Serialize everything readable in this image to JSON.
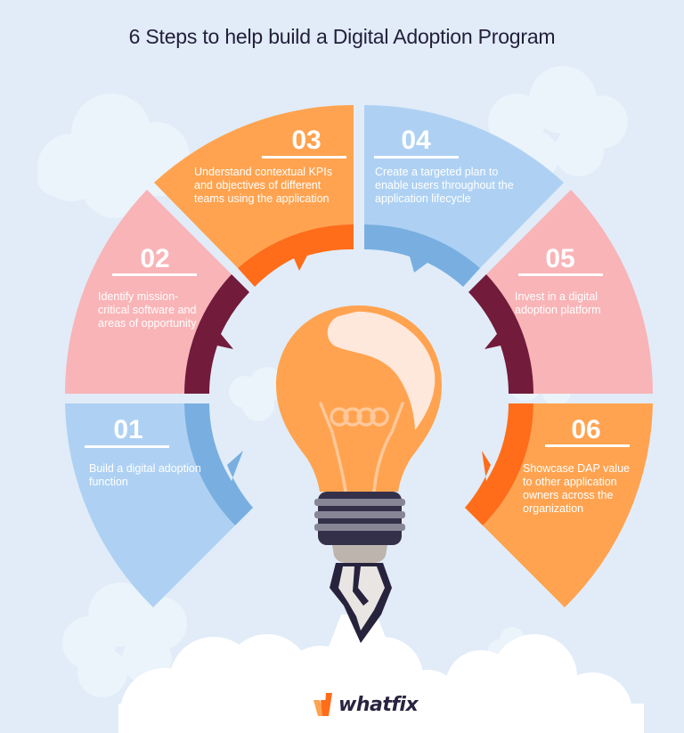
{
  "title": "6 Steps to help build a Digital Adoption Program",
  "colors": {
    "background": "#e1ecf8",
    "cloud": "#ebf3fb",
    "cloud_front": "#ffffff",
    "blue_light": "#aed1f3",
    "blue_dark": "#78afe0",
    "pink_light": "#f9b4b7",
    "maroon": "#721b3a",
    "orange_light": "#ffa350",
    "orange_dark": "#ff6d1a",
    "bulb": "#ffa350",
    "bulb_highlight": "#fee7db",
    "filament": "#ffc89a",
    "base_dark": "#35304a",
    "base_ring": "#878697",
    "title_text": "#23203a"
  },
  "steps": [
    {
      "number": "01",
      "description": "Build a digital adoption function"
    },
    {
      "number": "02",
      "description": "Identify mission-critical software and areas of opportunity"
    },
    {
      "number": "03",
      "description": "Understand contextual KPIs and objectives of different teams using the application"
    },
    {
      "number": "04",
      "description": "Create a targeted plan to enable users throughout the application lifecycle"
    },
    {
      "number": "05",
      "description": "Invest in a digital adoption platform"
    },
    {
      "number": "06",
      "description": "Showcase DAP value to other application owners across the organization"
    }
  ],
  "illustration": {
    "center": "lightbulb-rocket",
    "icon": "lightbulb-icon"
  },
  "logo": {
    "text": "whatfix"
  }
}
